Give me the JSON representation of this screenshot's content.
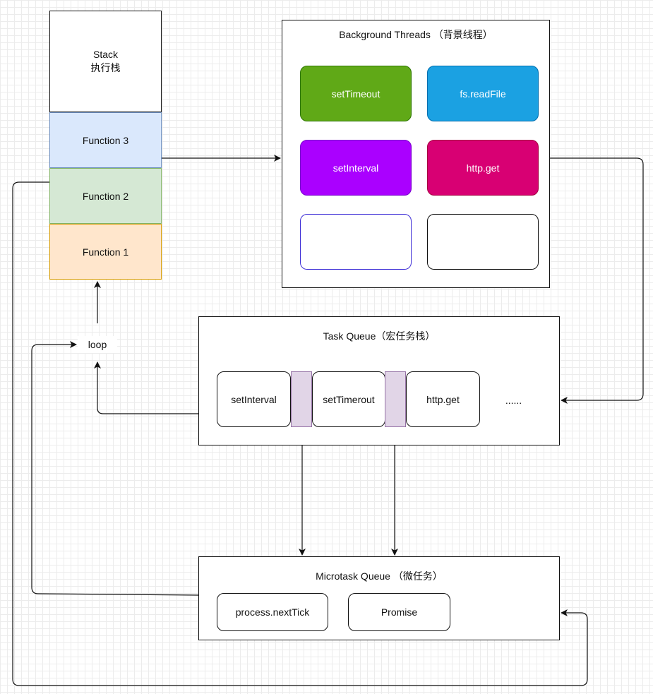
{
  "stack": {
    "title_line1": "Stack",
    "title_line2": "执行栈",
    "frames": [
      {
        "label": "Function 3",
        "fill": "#dae8fc",
        "stroke": "#6c8ebf"
      },
      {
        "label": "Function 2",
        "fill": "#d5e8d4",
        "stroke": "#82b366"
      },
      {
        "label": "Function 1",
        "fill": "#ffe6cc",
        "stroke": "#d79b00"
      }
    ]
  },
  "background_threads": {
    "title": "Background Threads （背景线程）",
    "tiles": [
      {
        "label": "setTimeout",
        "color": "#60a917"
      },
      {
        "label": "fs.readFile",
        "color": "#1ba1e2"
      },
      {
        "label": "setInterval",
        "color": "#aa00ff"
      },
      {
        "label": "http.get",
        "color": "#d80073"
      }
    ]
  },
  "loop": {
    "label": "loop"
  },
  "task_queue": {
    "title": "Task Queue（宏任务栈）",
    "items": [
      "setInterval",
      "setTimerout",
      "http.get"
    ],
    "more": "......"
  },
  "microtask_queue": {
    "title": "Microtask Queue （微任务）",
    "items": [
      "process.nextTick",
      "Promise"
    ]
  },
  "colors": {
    "line": "#111111",
    "separator_fill": "#e1d5e7",
    "separator_stroke": "#9673a6",
    "empty_tile_border": "#3f2fd6"
  }
}
